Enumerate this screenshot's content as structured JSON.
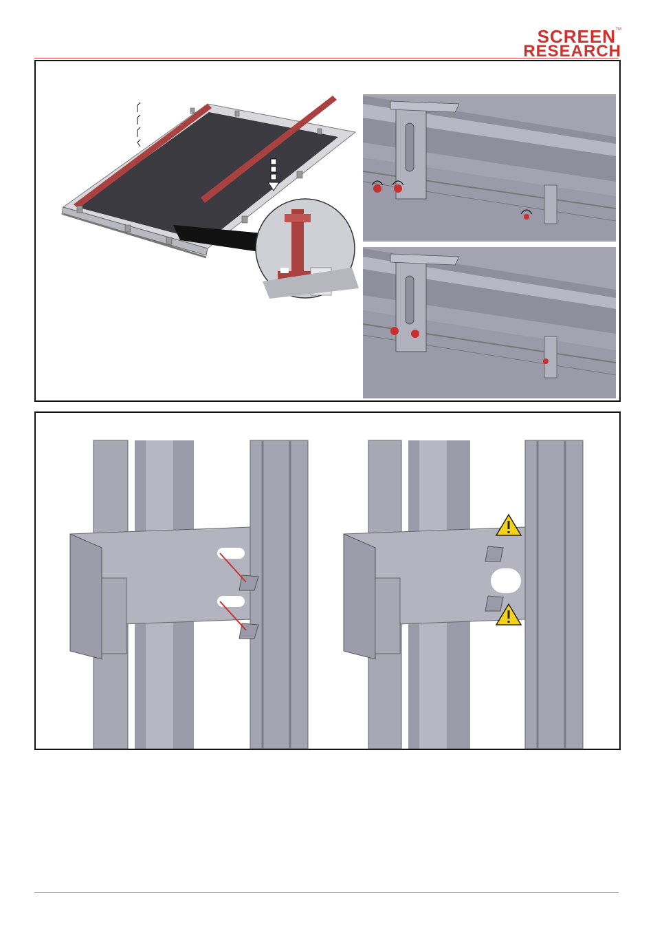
{
  "brand": {
    "line1": "SCREEN",
    "line2": "RESEARCH",
    "trademark": "TM",
    "color": "#d0312d"
  },
  "colors": {
    "accent_red": "#b04a48",
    "frame_grey": "#a4a4b0",
    "screen_dark": "#3a3a40",
    "warning_yellow": "#f4d21a"
  },
  "figures": {
    "top_left": "tray-assembly-with-red-rails-icon",
    "top_right_upper": "bracket-screws-loose-icon",
    "top_right_lower": "bracket-screws-fixed-icon",
    "bottom_left": "vertical-bracket-bolts-inserting-icon",
    "bottom_right": "vertical-bracket-bolts-tightened-warning-icon"
  }
}
